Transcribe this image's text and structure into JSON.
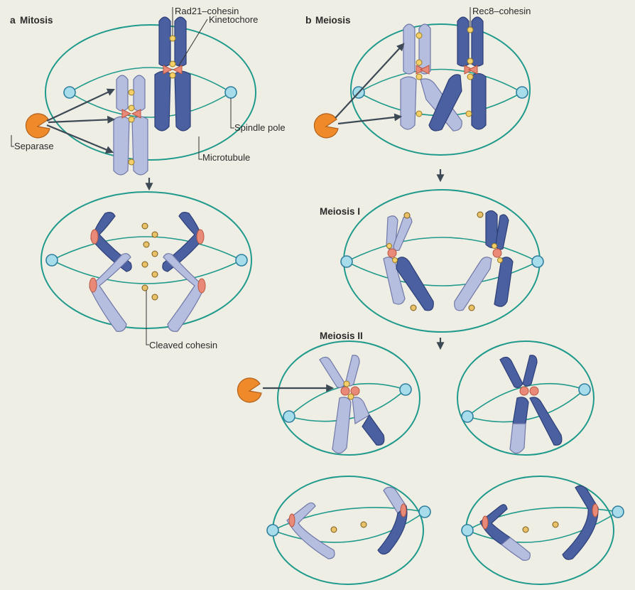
{
  "panels": {
    "a": {
      "letter": "a",
      "title": "Mitosis"
    },
    "b": {
      "letter": "b",
      "title": "Meiosis"
    }
  },
  "labels": {
    "rad21_cohesin": "Rad21–cohesin",
    "kinetochore": "Kinetochore",
    "separase": "Separase",
    "spindle_pole": "Spindle pole",
    "microtubule": "Microtubule",
    "cleaved_cohesin": "Cleaved cohesin",
    "rec8_cohesin": "Rec8–cohesin",
    "meiosis_1": "Meiosis I",
    "meiosis_2": "Meiosis II"
  },
  "colors": {
    "background": "#efeee4",
    "spindle": "#1f9a8c",
    "pole": "#a7dcea",
    "chromosome_dark": "#4a60a0",
    "chromosome_light": "#b6bedf",
    "kinetochore": "#e98a78",
    "cohesin": "#f5d06a",
    "separase": "#ef8a2a"
  }
}
